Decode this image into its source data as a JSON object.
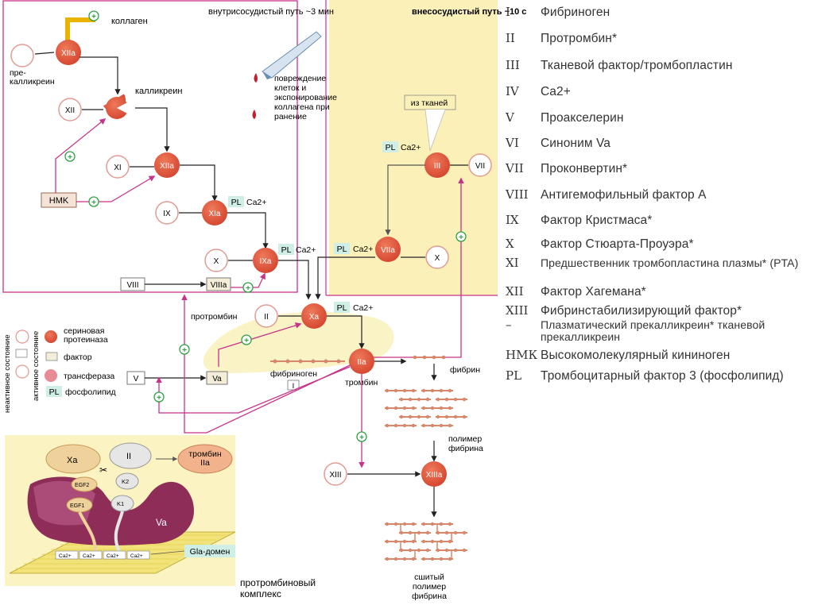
{
  "pathways": {
    "intrinsic": "внутрисосудистый путь ~3 мин",
    "extrinsic": "внесосудистый путь ~10 с"
  },
  "labels": {
    "collagen": "коллаген",
    "prekallikrein": "пре-калликреин",
    "kallikrein": "калликреин",
    "injury": "повреждение клеток и экспонирование коллагена при ранение",
    "from_tissue": "из тканей",
    "prothrombin": "протромбин",
    "fibrinogen": "фибриноген",
    "thrombin": "тромбин",
    "fibrin": "фибрин",
    "fibrin_polymer": "полимер фибрина",
    "crosslinked": "сшитый полимер фибрина",
    "prothrombin_complex": "протромбиновый комплекс"
  },
  "nodes": {
    "XIIa": "XIIa",
    "XII": "XII",
    "XI": "XI",
    "XIa": "XIa",
    "IX": "IX",
    "IXa": "IXa",
    "X1": "X",
    "X2": "X",
    "Xa": "Xa",
    "II": "II",
    "IIa": "IIa",
    "III": "III",
    "VII": "VII",
    "VIIa": "VIIa",
    "VIII": "VIII",
    "VIIIa": "VIIIa",
    "V": "V",
    "Va": "Va",
    "XIII": "XIII",
    "XIIIa": "XIIIa",
    "HMK": "HMK",
    "I": "I",
    "XIa_top": "XIIa"
  },
  "cofactors": {
    "pl": "PL",
    "ca": "Ca2+"
  },
  "key": {
    "inactive": "неактивное состояние",
    "active": "активное состояние",
    "serine_protease": "сериновая протеиназа",
    "factor": "фактор",
    "transferase": "трансфераза",
    "phospholipid": "фосфолипид",
    "pl_box": "PL"
  },
  "complex": {
    "Xa": "Xa",
    "II": "II",
    "Va": "Va",
    "EGF2": "EGF2",
    "EGF1": "EGF1",
    "K2": "K2",
    "K1": "K1",
    "thrombin": "тромбин IIa",
    "gla": "Gla-домен",
    "ca": "Ca2+"
  },
  "legend": [
    {
      "num": "I",
      "text": "Фибриноген"
    },
    {
      "num": "II",
      "text": "Протромбин*"
    },
    {
      "num": "III",
      "text": "Тканевой фактор/тромбопластин"
    },
    {
      "num": "IV",
      "text": "Ca2+"
    },
    {
      "num": "V",
      "text": "Проакселерин"
    },
    {
      "num": "VI",
      "text": "Синоним Va"
    },
    {
      "num": "VII",
      "text": "Проконвертин*"
    },
    {
      "num": "VIII",
      "text": "Антигемофильный фактор А"
    },
    {
      "num": "IX",
      "text": "Фактор Кристмаса*"
    },
    {
      "num": "X",
      "text": "Фактор Стюарта-Проуэра*"
    },
    {
      "num": "XI",
      "text": "Предшественник тромбопластина плазмы* (PTA)"
    },
    {
      "num": "XII",
      "text": "Фактор Хагемана*"
    },
    {
      "num": "XIII",
      "text": "Фибринстабилизирующий фактор*"
    },
    {
      "num": "–",
      "text": "Плазматический прекалликреин* тканевой прекалликреин"
    },
    {
      "num": "НМК",
      "text": "Высокомолекулярный кининоген"
    },
    {
      "num": "PL",
      "text": "Тромбоцитарный фактор 3 (фосфолипид)"
    }
  ],
  "colors": {
    "active": "#e2553e",
    "inactive_ring": "#e29a92",
    "magenta": "#c8338a",
    "yellow_panel": "#fbf1b8",
    "plus": "#2ea043",
    "pl_box": "#cfeee6",
    "fiber": "#d8876a"
  }
}
